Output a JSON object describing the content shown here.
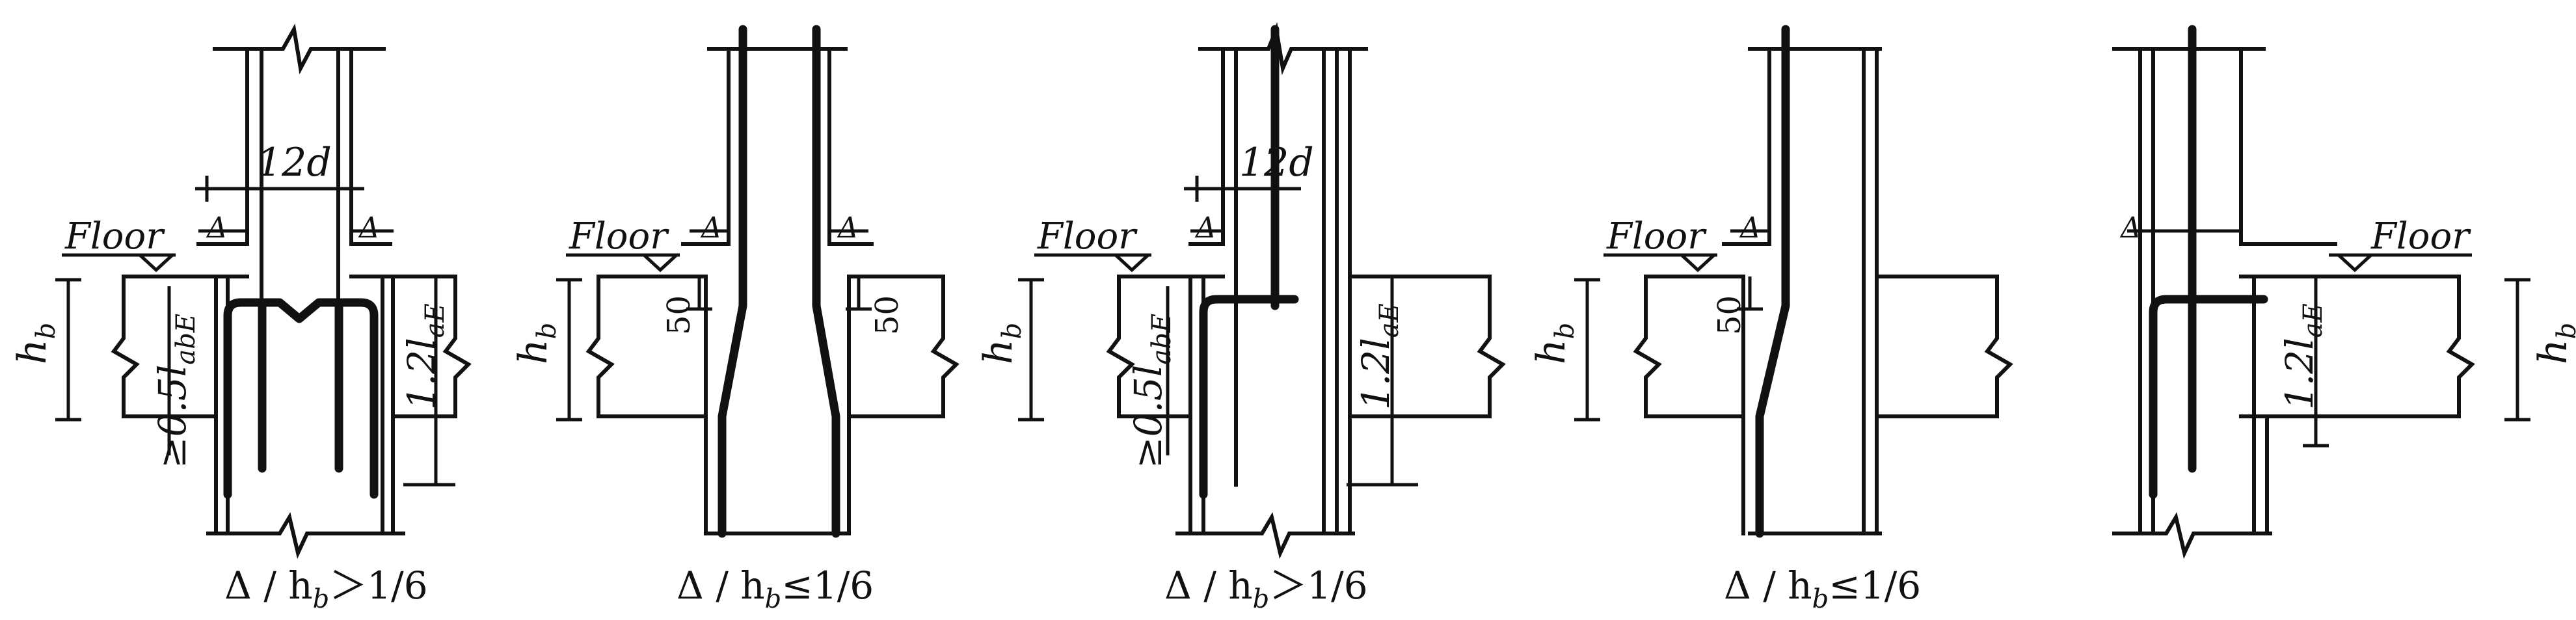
{
  "labels": {
    "floor": "Floor",
    "delta": "Δ",
    "h_b": "h",
    "h_b_sub": "b",
    "len_12d": "12d",
    "len_50": "50",
    "anch_half_prefix": "≥0.5l",
    "anch_half_sub": "abE",
    "anch_12_prefix": "1.2l",
    "anch_12_sub": "aE"
  },
  "captions": {
    "p1": "Δ / h",
    "p1_sub": "b",
    "p1_tail": "＞1/6",
    "p2": "Δ / h",
    "p2_sub": "b",
    "p2_tail": "≤1/6",
    "p3": "Δ / h",
    "p3_sub": "b",
    "p3_tail": "＞1/6",
    "p4": "Δ / h",
    "p4_sub": "b",
    "p4_tail": "≤1/6"
  }
}
